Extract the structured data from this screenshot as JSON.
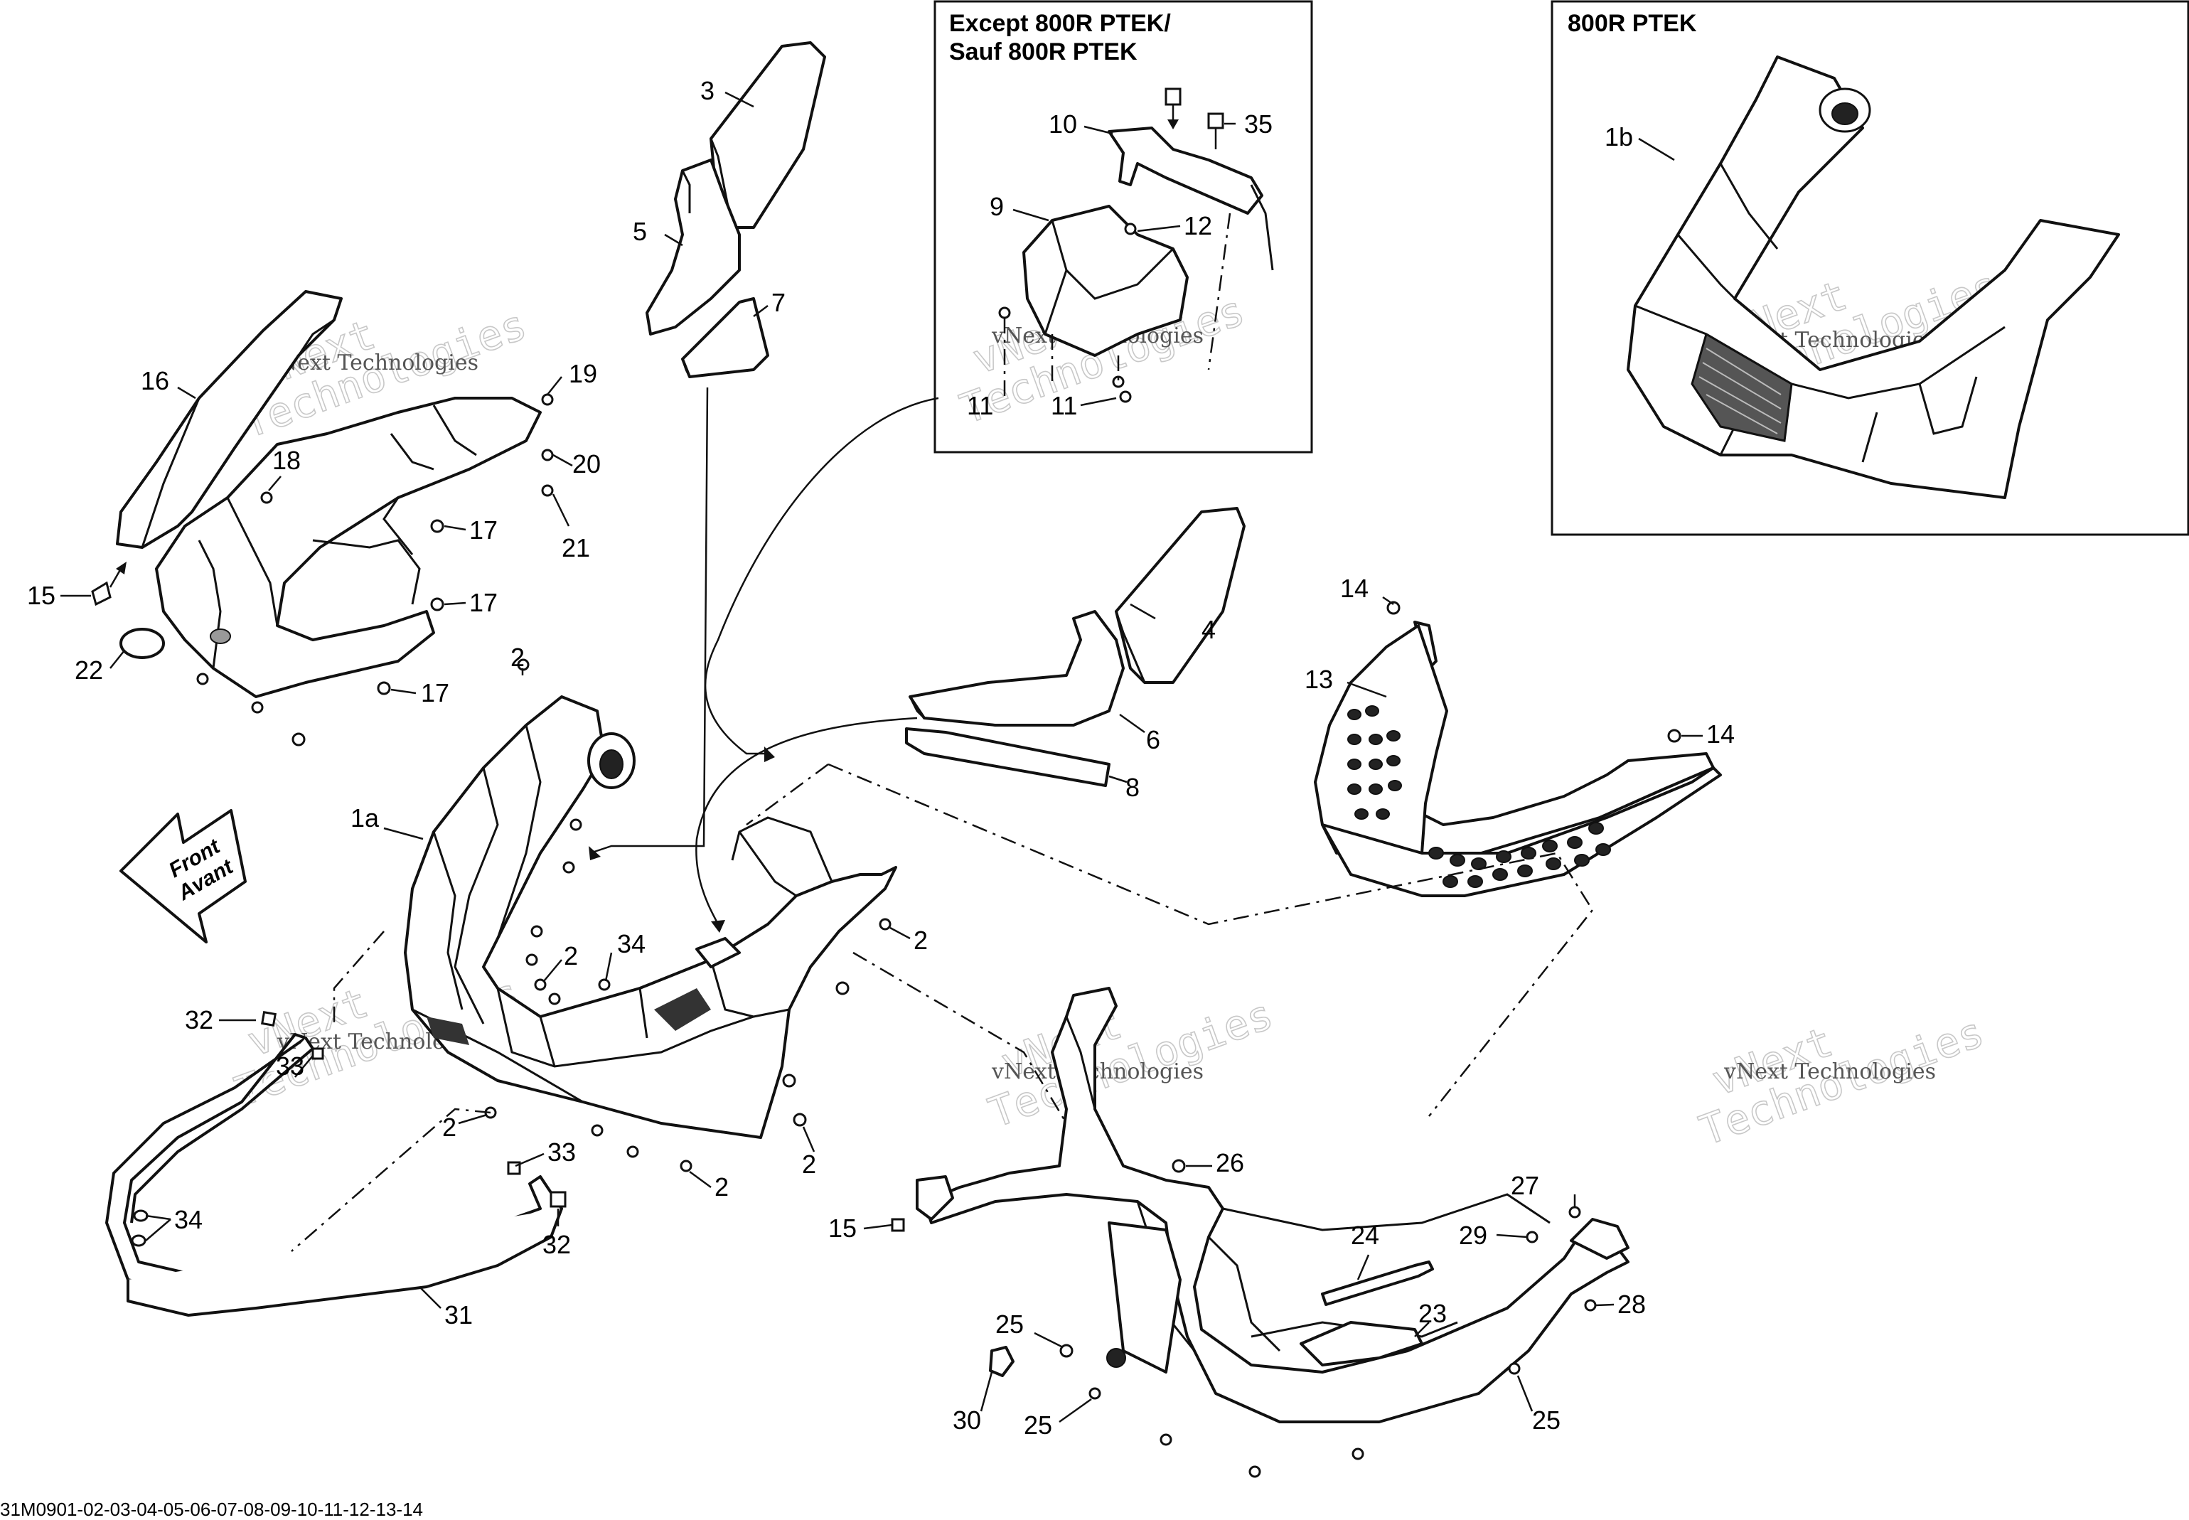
{
  "inset_boxes": {
    "except": {
      "title_line1": "Except 800R PTEK/",
      "title_line2": "Sauf 800R PTEK"
    },
    "ptek": {
      "title": "800R PTEK"
    }
  },
  "front_arrow": {
    "line1": "Front",
    "line2": "Avant"
  },
  "watermark": {
    "line1": "vNext",
    "line2": "Technologies",
    "caption": "vNext Technologies"
  },
  "drawing_code": "31M0901-02-03-04-05-06-07-08-09-10-11-12-13-14",
  "labels": {
    "p1a": "1a",
    "p1b": "1b",
    "p2": "2",
    "p3": "3",
    "p4": "4",
    "p5": "5",
    "p6": "6",
    "p7": "7",
    "p8": "8",
    "p9": "9",
    "p10": "10",
    "p11": "11",
    "p12": "12",
    "p13": "13",
    "p14": "14",
    "p15": "15",
    "p16": "16",
    "p17": "17",
    "p18": "18",
    "p19": "19",
    "p20": "20",
    "p21": "21",
    "p22": "22",
    "p23": "23",
    "p24": "24",
    "p25": "25",
    "p26": "26",
    "p27": "27",
    "p28": "28",
    "p29": "29",
    "p30": "30",
    "p31": "31",
    "p32": "32",
    "p33": "33",
    "p34": "34",
    "p35": "35"
  }
}
